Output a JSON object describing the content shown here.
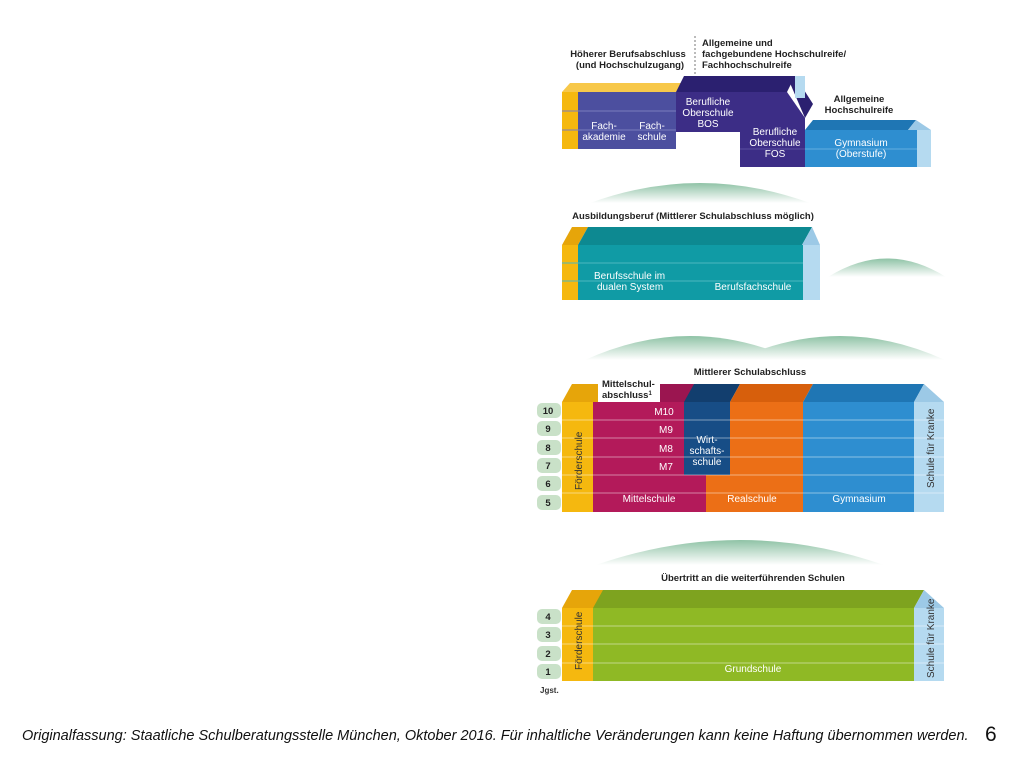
{
  "labels": {
    "hoeherer_line1": "Höherer Berufsabschluss",
    "hoeherer_line2": "(und Hochschulzugang)",
    "allg_fach_line1": "Allgemeine und",
    "allg_fach_line2": "fachgebundene Hochschulreife/",
    "allg_fach_line3": "Fachhochschulreife",
    "allg_hsr_line1": "Allgemeine",
    "allg_hsr_line2": "Hochschulreife",
    "ausbildung": "Ausbildungsberuf (Mittlerer Schulabschluss möglich)",
    "mittlerer": "Mittlerer Schulabschluss",
    "mittelschul_line1": "Mittelschul-",
    "mittelschul_line2": "abschluss",
    "mittelschul_sup": "1",
    "uebertritt": "Übertritt an die weiterführenden Schulen",
    "jgst": "Jgst."
  },
  "schools": {
    "fachakademie_1": "Fach-",
    "fachakademie_2": "akademie",
    "fachschule_1": "Fach-",
    "fachschule_2": "schule",
    "bos_1": "Berufliche",
    "bos_2": "Oberschule",
    "bos_3": "BOS",
    "fos_1": "Berufliche",
    "fos_2": "Oberschule",
    "fos_3": "FOS",
    "gym_ober_1": "Gymnasium",
    "gym_ober_2": "(Oberstufe)",
    "berufsschule_1": "Berufsschule im",
    "berufsschule_2": "dualen System",
    "berufsfachschule": "Berufsfachschule",
    "m10": "M10",
    "m9": "M9",
    "m8": "M8",
    "m7": "M7",
    "wirt_1": "Wirt-",
    "wirt_2": "schafts-",
    "wirt_3": "schule",
    "mittelschule": "Mittelschule",
    "realschule": "Realschule",
    "gymnasium": "Gymnasium",
    "foerderschule_a": "Förderschule",
    "krank_a": "Schule für Kranke",
    "foerderschule_b": "Förderschule",
    "krank_b": "Schule für Kranke",
    "grundschule": "Grundschule"
  },
  "grades_secondary": [
    "10",
    "9",
    "8",
    "7",
    "6",
    "5"
  ],
  "grades_primary": [
    "4",
    "3",
    "2",
    "1"
  ],
  "footer": {
    "source": "Originalfassung: Staatliche Schulberatungsstelle München, Oktober 2016.  Für inhaltliche Veränderungen kann keine Haftung übernommen werden.",
    "page_number": "6"
  },
  "colors": {
    "yellow": "#f5b80f",
    "indigo": "#4c4f9f",
    "dark_purple": "#3c2d86",
    "blue": "#2e8ed0",
    "light_blue": "#b5daf0",
    "teal": "#109ba5",
    "magenta": "#b31a5a",
    "navy": "#174d86",
    "orange": "#ec6f16",
    "green": "#8fb925",
    "grade_box": "#c9e1c8",
    "mound": "#a5cfb6"
  }
}
